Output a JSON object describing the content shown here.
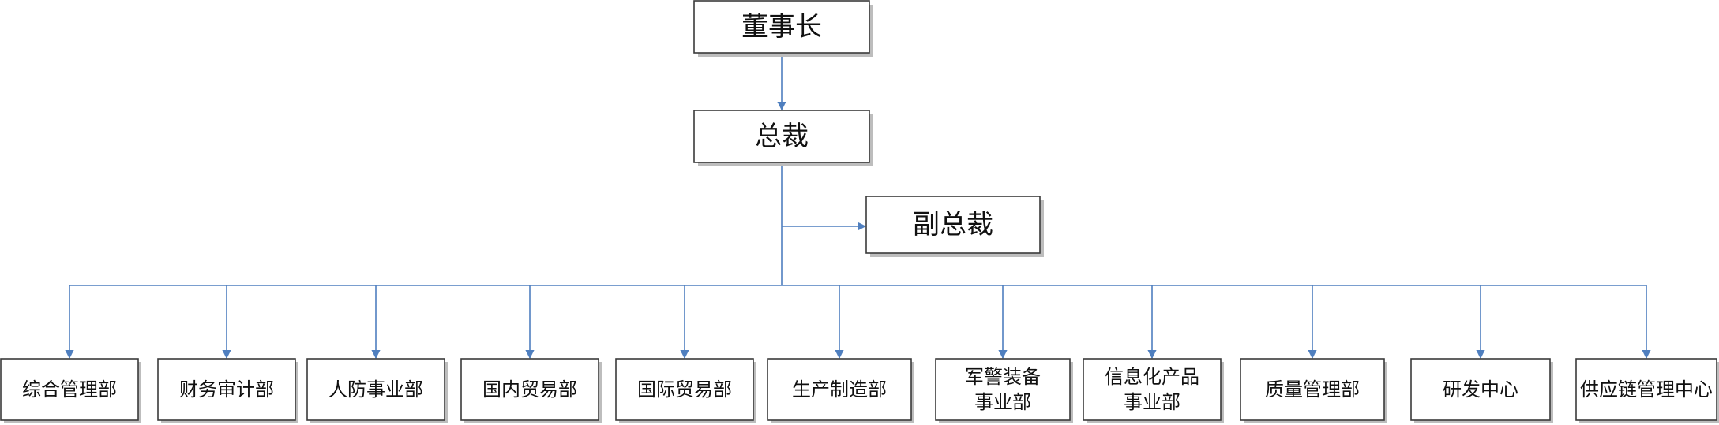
{
  "colors": {
    "connector": "#4f7fbf",
    "box_border": "#3a3a3a",
    "box_shadow": "#bdbdbd",
    "background": "#ffffff"
  },
  "nodes": {
    "chairman": "董事长",
    "president": "总裁",
    "vice_president": "副总裁"
  },
  "departments": [
    [
      "综合管理部"
    ],
    [
      "财务审计部"
    ],
    [
      "人防事业部"
    ],
    [
      "国内贸易部"
    ],
    [
      "国际贸易部"
    ],
    [
      "生产制造部"
    ],
    [
      "军警装备",
      "事业部"
    ],
    [
      "信息化产品",
      "事业部"
    ],
    [
      "质量管理部"
    ],
    [
      "研发中心"
    ],
    [
      "供应链管理中心"
    ]
  ]
}
